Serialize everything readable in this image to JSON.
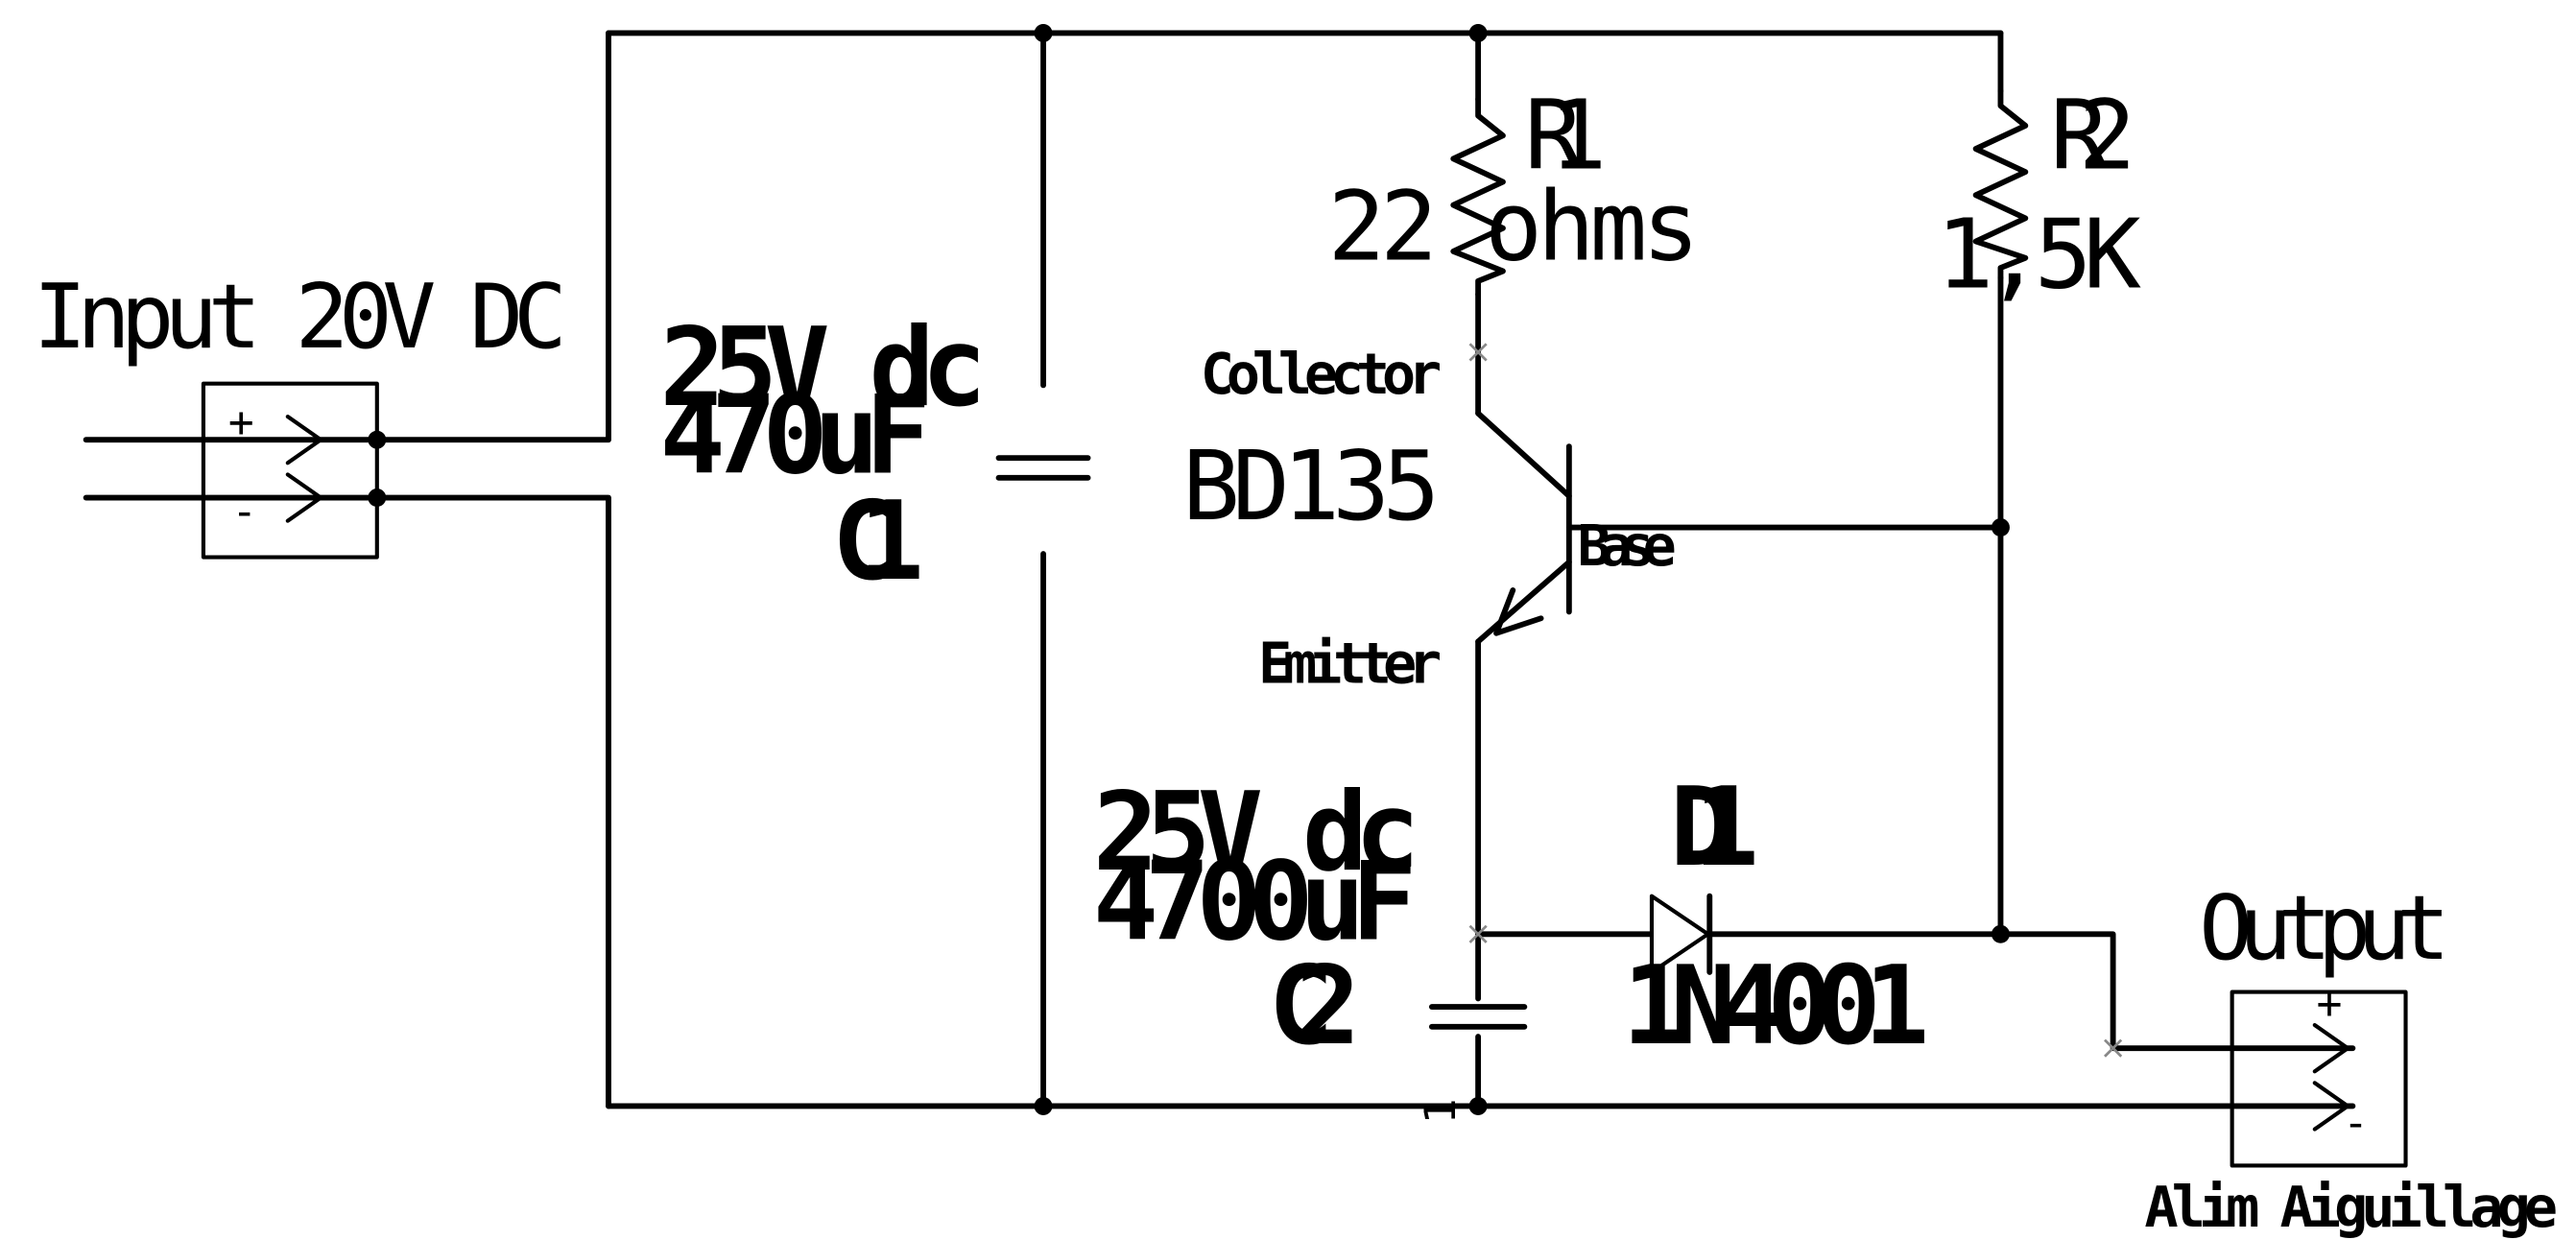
{
  "labels": {
    "input": "Input 20V DC",
    "input_plus": "+",
    "input_minus": "-",
    "output": "Output",
    "output_plus": "+",
    "output_minus": "-",
    "output_name": "Alim Aiguillage",
    "pin_one": "1"
  },
  "components": {
    "c1": {
      "name": "C1",
      "voltage": "25V dc",
      "value": "470uF"
    },
    "c2": {
      "name": "C2",
      "voltage": "25V dc",
      "value": "4700uF"
    },
    "r1": {
      "name": "R1",
      "value": "22 ohms"
    },
    "r2": {
      "name": "R2",
      "value": "1,5K"
    },
    "d1": {
      "name": "D1",
      "part": "1N4001"
    },
    "q1": {
      "part": "BD135",
      "collector": "Collector",
      "base": "Base",
      "emitter": "Emitter"
    }
  }
}
